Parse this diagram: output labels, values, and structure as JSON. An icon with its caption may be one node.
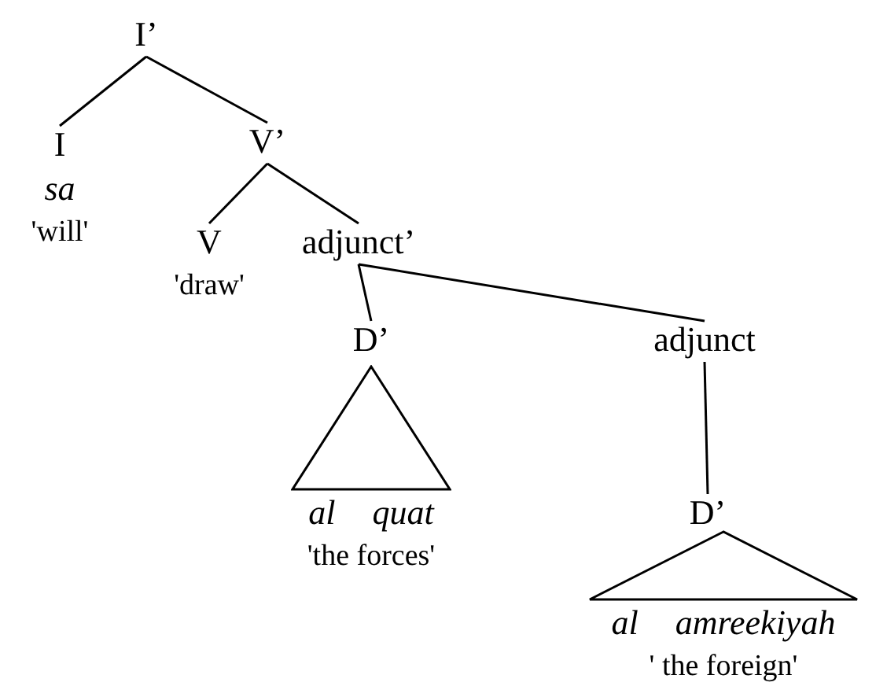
{
  "diagram": {
    "nodes": [
      {
        "text": [
          "I’"
        ]
      },
      {
        "text": [
          "I",
          "sa",
          "'will'"
        ]
      },
      {
        "text": [
          "V’"
        ]
      },
      {
        "text": [
          "V",
          "'draw'"
        ]
      },
      {
        "text": [
          "adjunct’"
        ]
      },
      {
        "text": [
          "D’"
        ]
      },
      {
        "text": [
          "al quat",
          "'the forces'"
        ]
      },
      {
        "text": [
          "adjunct"
        ]
      },
      {
        "text": [
          "D’"
        ]
      },
      {
        "text": [
          "al amreekiyah",
          "' the foreign'"
        ]
      }
    ],
    "edges": [
      {
        "from": 0,
        "to": 1,
        "arrow": "none"
      },
      {
        "from": 0,
        "to": 2,
        "arrow": "none"
      },
      {
        "from": 2,
        "to": 3,
        "arrow": "none"
      },
      {
        "from": 2,
        "to": 4,
        "arrow": "none"
      },
      {
        "from": 4,
        "to": 5,
        "arrow": "none"
      },
      {
        "from": 4,
        "to": 7,
        "arrow": "none"
      },
      {
        "from": 7,
        "to": 8,
        "arrow": "none"
      }
    ]
  }
}
